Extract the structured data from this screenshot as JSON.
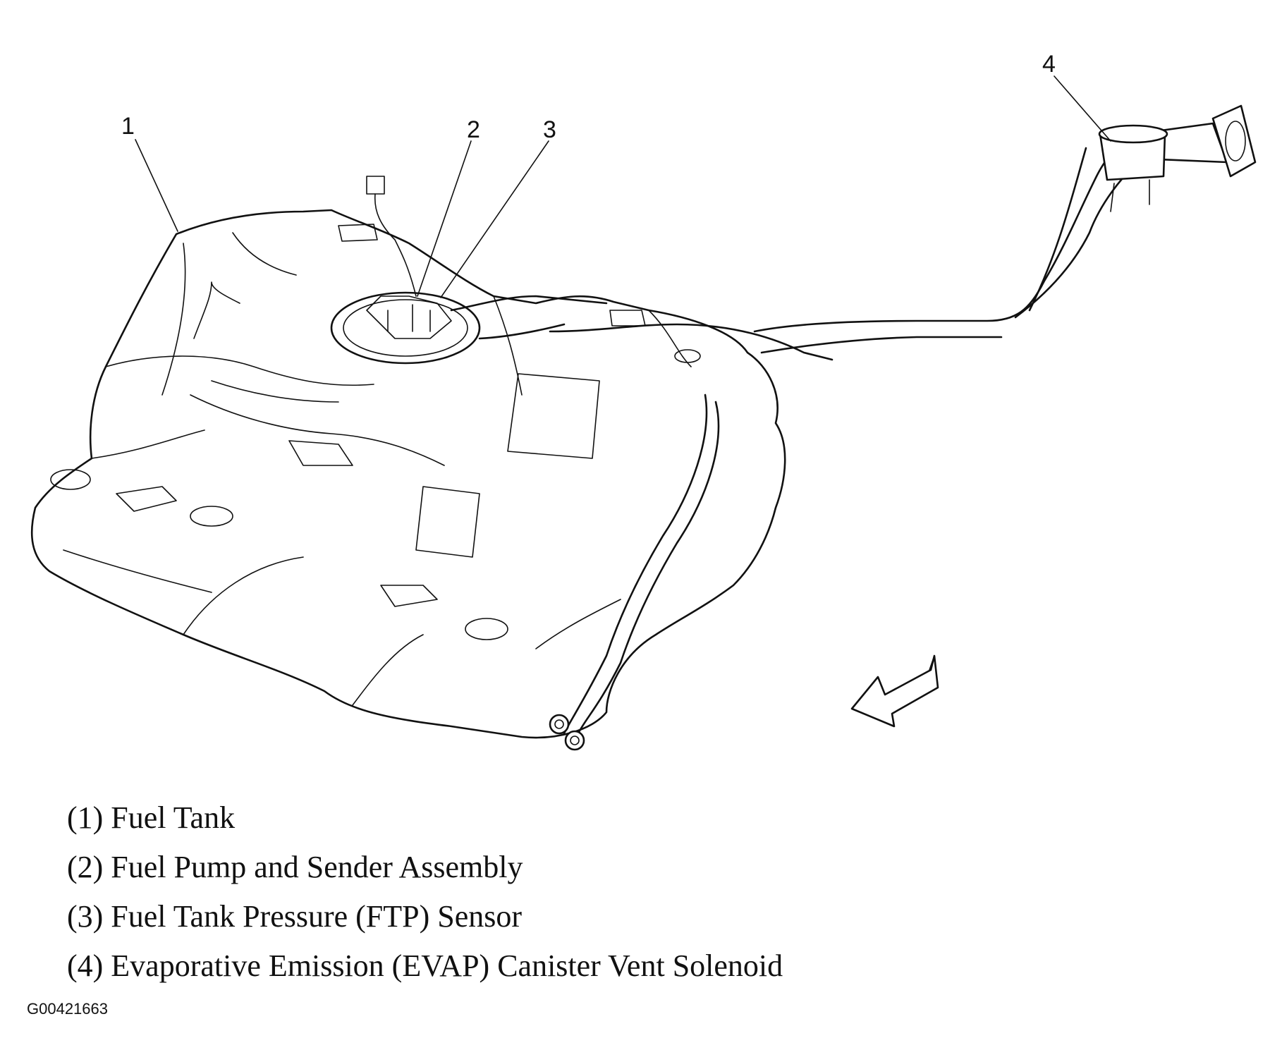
{
  "callouts": [
    {
      "number": "1"
    },
    {
      "number": "2"
    },
    {
      "number": "3"
    },
    {
      "number": "4"
    }
  ],
  "legend": [
    {
      "text": "(1) Fuel Tank"
    },
    {
      "text": "(2) Fuel Pump and Sender Assembly"
    },
    {
      "text": "(3) Fuel Tank Pressure (FTP) Sensor"
    },
    {
      "text": "(4) Evaporative Emission (EVAP) Canister Vent Solenoid"
    }
  ],
  "figure_id": "G00421663",
  "colors": {
    "line": "#111111",
    "background": "#ffffff"
  }
}
